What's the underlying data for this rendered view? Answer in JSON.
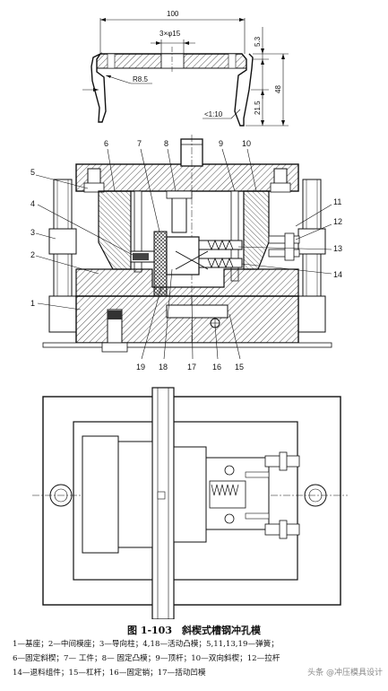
{
  "part_drawing": {
    "dim_width": "100",
    "dim_holes": "3×φ15",
    "dim_radius": "R8.5",
    "dim_thickness": "5.3",
    "dim_height": "48",
    "dim_flange": "21.5",
    "dim_taper": "<1:10"
  },
  "callouts": [
    "1",
    "2",
    "3",
    "4",
    "5",
    "6",
    "7",
    "8",
    "9",
    "10",
    "11",
    "12",
    "13",
    "14",
    "15",
    "16",
    "17",
    "18",
    "19"
  ],
  "caption": {
    "title": "图 1-103　斜楔式槽钢冲孔模",
    "legend_line1": "1—基座；2—中间模座；3—导向柱；4,18—活动凸模；5,11,13,19—弹簧；",
    "legend_line2": "6—固定斜楔；7— 工件；8— 固定凸模；9—顶杆；10—双向斜楔；12—拉杆",
    "legend_line3": "14—退料组件；15—杠杆；16—固定销；17—括动凹模",
    "watermark": "头条 @冲压模具设计"
  }
}
